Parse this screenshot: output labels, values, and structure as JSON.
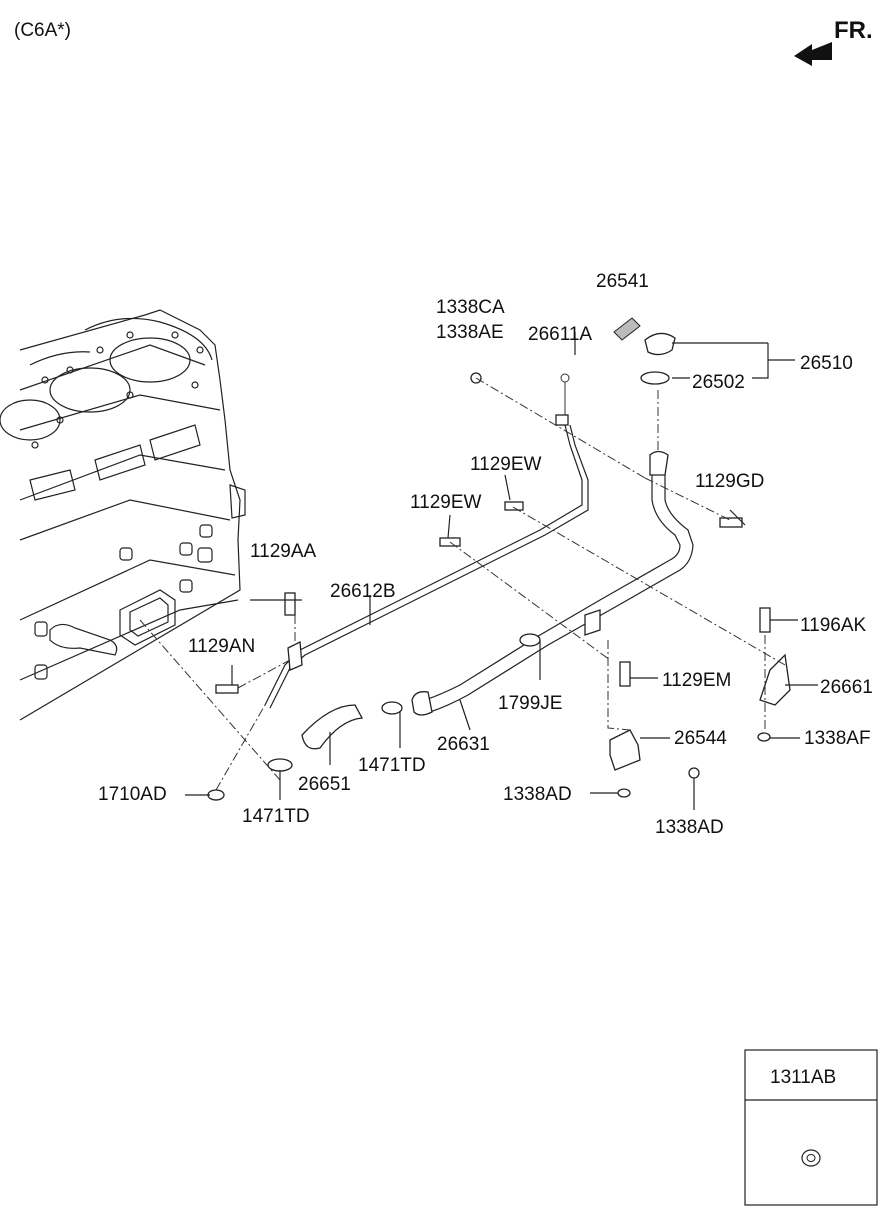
{
  "header": {
    "variant": "(C6A*)",
    "direction": "FR."
  },
  "parts": {
    "p26541": "26541",
    "p1338CA": "1338CA",
    "p1338AE": "1338AE",
    "p26611A": "26611A",
    "p26510": "26510",
    "p26502": "26502",
    "p1129EW_a": "1129EW",
    "p1129GD": "1129GD",
    "p1129EW_b": "1129EW",
    "p1129AA": "1129AA",
    "p26612B": "26612B",
    "p1196AK": "1196AK",
    "p1129AN": "1129AN",
    "p26661": "26661",
    "p1129EM": "1129EM",
    "p1799JE": "1799JE",
    "p26544": "26544",
    "p1338AF": "1338AF",
    "p26631": "26631",
    "p1471TD_a": "1471TD",
    "p26651": "26651",
    "p1710AD": "1710AD",
    "p1338AD_a": "1338AD",
    "p1471TD_b": "1471TD",
    "p1338AD_b": "1338AD"
  },
  "legend_box": {
    "code": "1311AB"
  }
}
